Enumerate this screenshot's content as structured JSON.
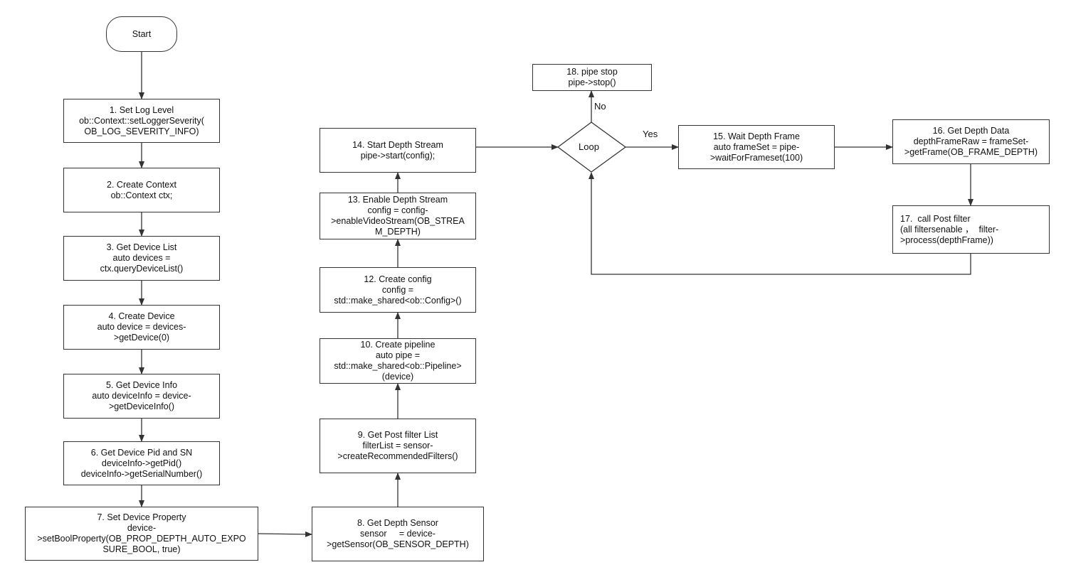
{
  "nodes": {
    "start": [
      "Start"
    ],
    "n1": [
      "1. Set Log Level",
      "ob::Context::setLoggerSeverity(",
      "OB_LOG_SEVERITY_INFO)"
    ],
    "n2": [
      "2. Create Context",
      "ob::Context ctx;"
    ],
    "n3": [
      "3. Get Device List",
      "auto devices =",
      "ctx.queryDeviceList()"
    ],
    "n4": [
      "4. Create Device",
      "auto device = devices-",
      ">getDevice(0)"
    ],
    "n5": [
      "5. Get Device Info",
      "auto deviceInfo = device-",
      ">getDeviceInfo()"
    ],
    "n6": [
      "6. Get Device Pid and SN",
      "deviceInfo->getPid()",
      "deviceInfo->getSerialNumber()"
    ],
    "n7": [
      "7. Set Device Property",
      "device-",
      ">setBoolProperty(OB_PROP_DEPTH_AUTO_EXPO",
      "SURE_BOOL, true)"
    ],
    "n8": [
      "8. Get Depth Sensor",
      "sensor     = device-",
      ">getSensor(OB_SENSOR_DEPTH)"
    ],
    "n9": [
      "9. Get Post filter List",
      "filterList = sensor-",
      ">createRecommendedFilters()"
    ],
    "n10": [
      "10. Create pipeline",
      "auto pipe =",
      "std::make_shared<ob::Pipeline>",
      "(device)"
    ],
    "n12": [
      "12. Create config",
      "config =",
      "std::make_shared<ob::Config>()"
    ],
    "n13": [
      "13. Enable Depth Stream",
      "config = config-",
      ">enableVideoStream(OB_STREA",
      "M_DEPTH)"
    ],
    "n14": [
      "14. Start Depth Stream",
      "pipe->start(config);"
    ],
    "loop": [
      "Loop"
    ],
    "n15": [
      "15. Wait Depth Frame",
      "auto frameSet = pipe-",
      ">waitForFrameset(100)"
    ],
    "n16": [
      "16. Get Depth Data",
      "depthFrameRaw = frameSet-",
      ">getFrame(OB_FRAME_DEPTH)"
    ],
    "n17": [
      "17.  call Post filter",
      "(all filtersenable ，  filter-",
      ">process(depthFrame))"
    ],
    "n18": [
      "18. pipe stop",
      "pipe->stop()"
    ]
  },
  "edge_labels": {
    "yes": "Yes",
    "no": "No"
  },
  "colors": {
    "stroke": "#333333",
    "fill": "#ffffff",
    "text": "#111111"
  }
}
